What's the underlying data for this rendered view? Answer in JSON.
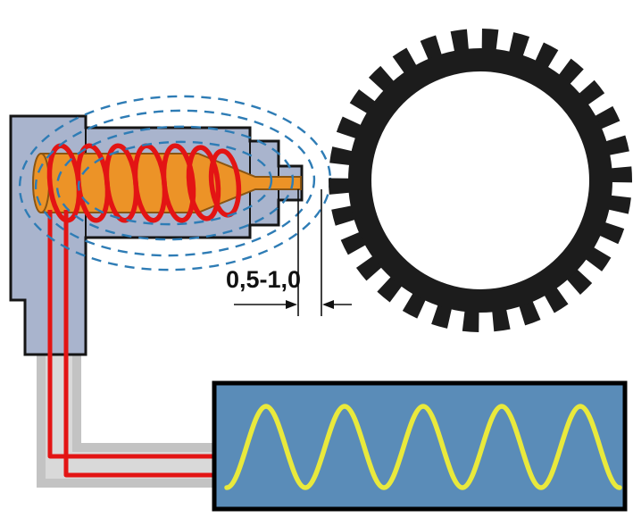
{
  "diagram": {
    "gap_label": "0,5-1,0",
    "components": {
      "sensor_housing": "inductive-sensor-housing",
      "core": "magnetic-pole-pin",
      "coil": "sensor-coil-winding",
      "field": "magnetic-field-lines",
      "wheel": "toothed-tone-wheel",
      "cable": "sensor-cable",
      "scope": "oscilloscope-screen",
      "signal": "output-signal-wave",
      "dimension": "air-gap-dimension"
    },
    "wheel": {
      "teeth_count": 30
    },
    "signal": {
      "waveform": "sine",
      "cycles": 5
    },
    "colors": {
      "background": "#ffffff",
      "housing": "#a9b4cd",
      "core": "#ec9327",
      "coil": "#e31414",
      "field_lines": "#2e7cb5",
      "wheel": "#1c1c1c",
      "conduit": "#c3c3c3",
      "wire": "#e31414",
      "scope_bg": "#5a8cb8",
      "scope_border": "#000000",
      "wave": "#e9e93c"
    }
  }
}
